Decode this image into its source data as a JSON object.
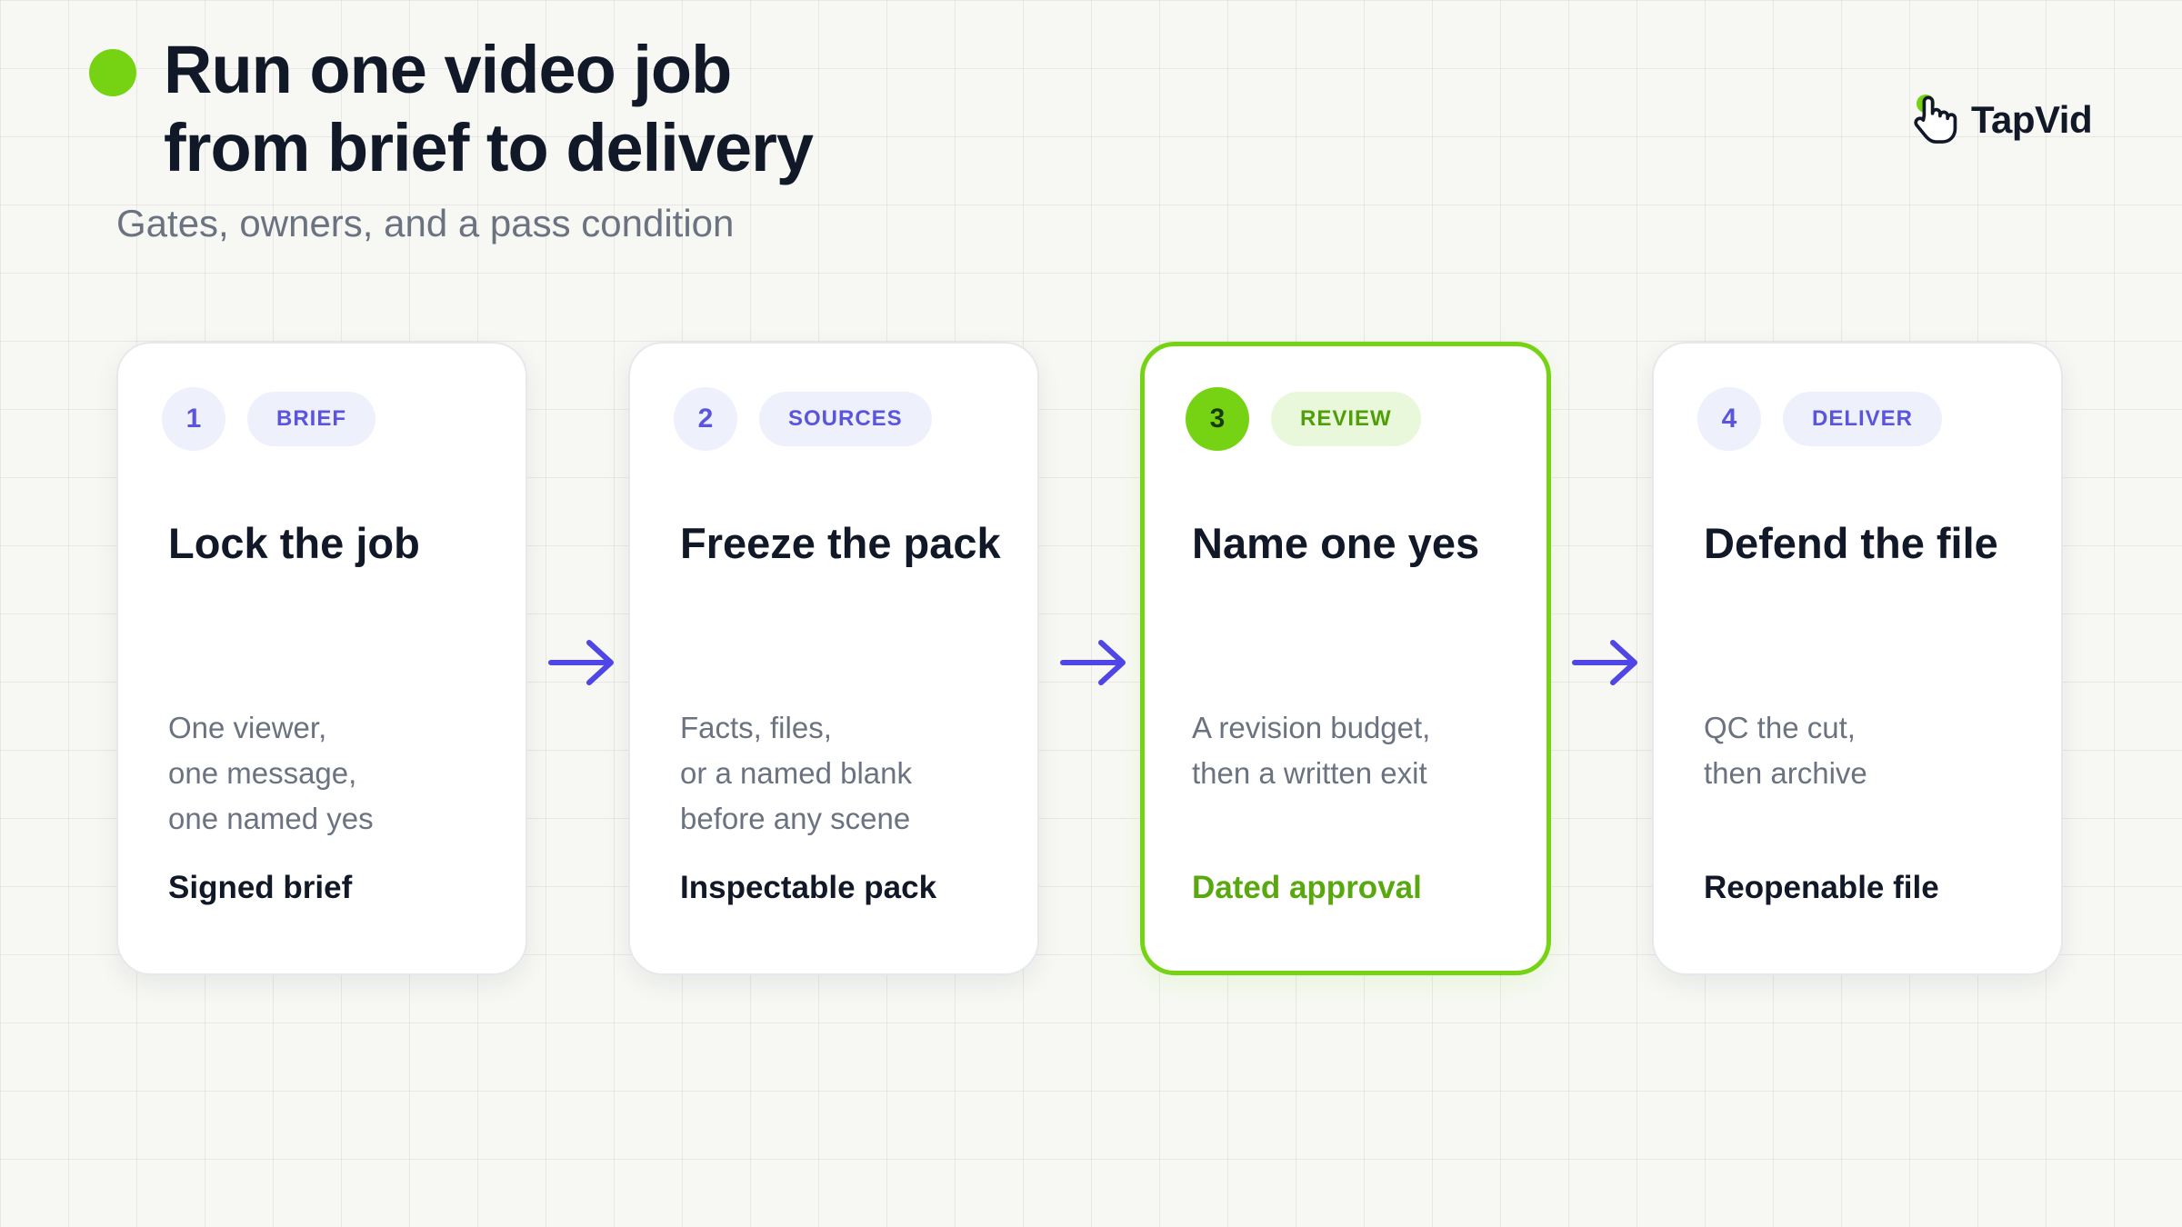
{
  "header": {
    "title_line1": "Run one video job",
    "title_line2": "from brief to delivery",
    "subtitle": "Gates, owners, and a pass condition"
  },
  "logo": {
    "text": "TapVid",
    "icon": "pointer-hand-icon"
  },
  "colors": {
    "accent_green": "#76d313",
    "accent_indigo": "#5a55dc",
    "pill_indigo_bg": "#eef0fb",
    "pill_green_bg": "#e9f8da",
    "outcome_green": "#5aa80f",
    "arrow": "#4f46e5"
  },
  "steps": [
    {
      "number": "1",
      "tag": "BRIEF",
      "title": "Lock the job",
      "description": [
        "One viewer,",
        "one message,",
        "one named yes"
      ],
      "outcome": "Signed brief",
      "highlighted": false
    },
    {
      "number": "2",
      "tag": "SOURCES",
      "title": "Freeze the pack",
      "description": [
        "Facts, files,",
        "or a named blank",
        "before any scene"
      ],
      "outcome": "Inspectable pack",
      "highlighted": false
    },
    {
      "number": "3",
      "tag": "REVIEW",
      "title": "Name one yes",
      "description": [
        "A revision budget,",
        "then a written exit"
      ],
      "outcome": "Dated approval",
      "highlighted": true
    },
    {
      "number": "4",
      "tag": "DELIVER",
      "title": "Defend the file",
      "description": [
        "QC the cut,",
        "then archive"
      ],
      "outcome": "Reopenable file",
      "highlighted": false
    }
  ],
  "connectors": [
    {
      "icon": "arrow-right-icon"
    },
    {
      "icon": "arrow-right-icon"
    },
    {
      "icon": "arrow-right-icon"
    }
  ]
}
